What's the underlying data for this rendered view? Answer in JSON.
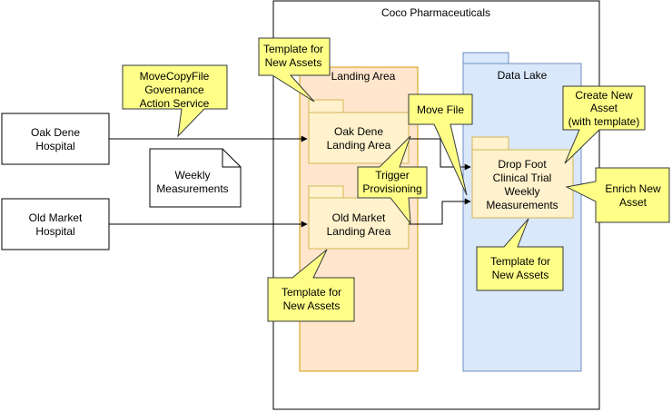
{
  "diagram": {
    "company": "Coco Pharmaceuticals",
    "sources": [
      {
        "id": "oak-dene",
        "lines": [
          "Oak Dene",
          "Hospital"
        ]
      },
      {
        "id": "old-market",
        "lines": [
          "Old Market",
          "Hospital"
        ]
      }
    ],
    "document": {
      "lines": [
        "Weekly",
        "Measurements"
      ]
    },
    "landing_area": {
      "title": "Landing Area"
    },
    "landing_folders": [
      {
        "id": "oak-dene",
        "lines": [
          "Oak Dene",
          "Landing Area"
        ]
      },
      {
        "id": "old-market",
        "lines": [
          "Old Market",
          "Landing Area"
        ]
      }
    ],
    "data_lake": {
      "title": "Data Lake"
    },
    "lake_folder": {
      "lines": [
        "Drop Foot",
        "Clinical Trial",
        "Weekly",
        "Measurements"
      ]
    },
    "callouts": [
      {
        "id": "movecopyfile",
        "lines": [
          "MoveCopyFile",
          "Governance",
          "Action Service"
        ]
      },
      {
        "id": "template-landing-top",
        "lines": [
          "Template for",
          "New Assets"
        ]
      },
      {
        "id": "move-file",
        "lines": [
          "Move File"
        ]
      },
      {
        "id": "trigger-provisioning",
        "lines": [
          "Trigger",
          "Provisioning"
        ]
      },
      {
        "id": "create-new-asset",
        "lines": [
          "Create New",
          "Asset",
          "(with template)"
        ]
      },
      {
        "id": "enrich-new-asset",
        "lines": [
          "Enrich New",
          "Asset"
        ]
      },
      {
        "id": "template-lake",
        "lines": [
          "Template for",
          "New Assets"
        ]
      },
      {
        "id": "template-landing-bottom",
        "lines": [
          "Template for",
          "New Assets"
        ]
      }
    ],
    "colors": {
      "callout": "#ffff88",
      "callout_stroke": "#36393d",
      "landing_fill": "#ffe6cc",
      "landing_stroke": "#d79b00",
      "lake_fill": "#dae8fc",
      "lake_stroke": "#6c8ebf",
      "folder_fill": "#fff2cc",
      "folder_stroke": "#d6b656"
    }
  }
}
